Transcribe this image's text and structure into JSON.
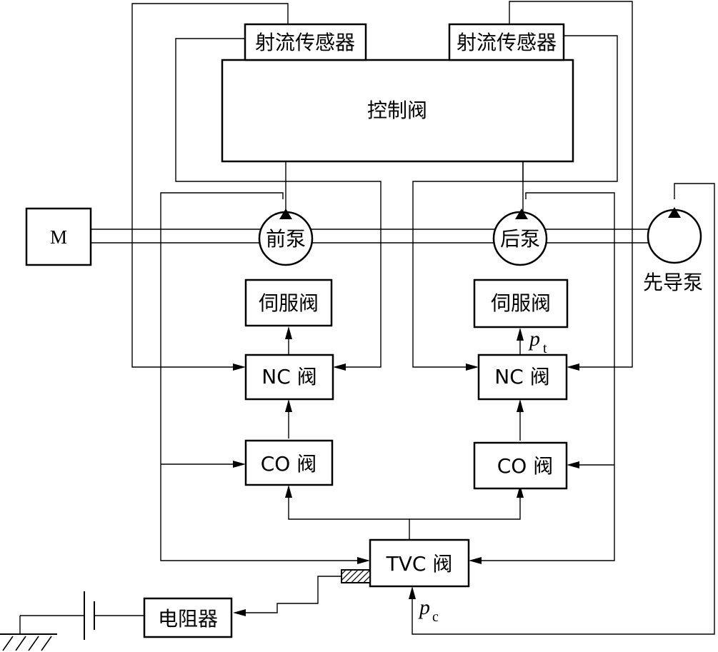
{
  "blocks": {
    "jet_sensor_left": "射流传感器",
    "jet_sensor_right": "射流传感器",
    "control_valve": "控制阀",
    "motor": "M",
    "front_pump": "前泵",
    "rear_pump": "后泵",
    "pilot_pump": "先导泵",
    "servo_valve_left": "伺服阀",
    "servo_valve_right": "伺服阀",
    "nc_valve_left": "NC 阀",
    "nc_valve_right": "NC 阀",
    "co_valve_left": "CO 阀",
    "co_valve_right": "CO 阀",
    "tvc_valve": "TVC 阀",
    "resistor": "电阻器"
  },
  "signals": {
    "pt_symbol": "p",
    "pt_subscript": "t",
    "pc_symbol": "p",
    "pc_subscript": "c"
  }
}
